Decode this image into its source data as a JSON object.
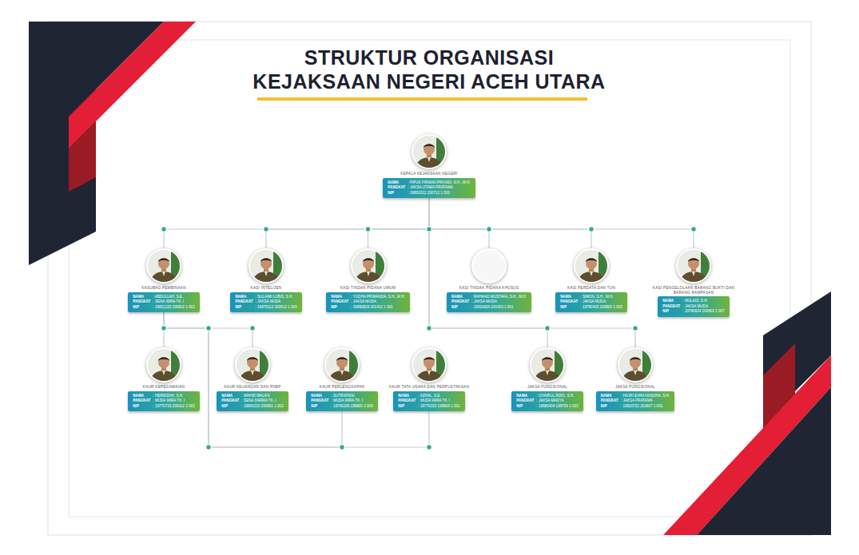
{
  "diagram": {
    "title": "STRUKTUR ORGANISASI KEJAKSAAN NEGERI ACEH UTARA",
    "nodes": [
      {
        "text": [
          "KEPALA KEJAKSAAN NEGERI",
          "NAMA",
          ": PIPUK FIRMAN PRIYADI, S.H., M.H.",
          "PANGKAT",
          ": JAKSA UTAMA PRATAMA",
          "NIP",
          ": 19800312 200712 1 003"
        ]
      },
      {
        "text": [
          "KASUBAG PEMBINAAN",
          "NAMA",
          ": ABDULLAH, S.E.",
          "PANGKAT",
          ": SENA WIRA TK. I",
          "NIP",
          ": 19821220 200812 1 002"
        ]
      },
      {
        "text": [
          "KASI INTELIJEN",
          "NAMA",
          ": SULAIMI LUBIS, S.H.",
          "PANGKAT",
          ": JAKSA MUDA",
          "NIP",
          ": 19870113 200912 1 003"
        ]
      },
      {
        "text": [
          "KASI TINDAK PIDANA UMUM",
          "NAMA",
          ": YUDHA PRIMANDA, S.H., M.H.",
          "PANGKAT",
          ": JAKSA MUDA",
          "NIP",
          ": 19890828 201412 1 001"
        ]
      },
      {
        "text": [
          "KASI TINDAK PIDANA KHUSUS",
          "NAMA",
          ": RAHMAD MUSTAFA, S.H., M.H.",
          "PANGKAT",
          ": JAKSA MUDA",
          "NIP",
          ": 19910624 201403 1 001"
        ]
      },
      {
        "text": [
          "KASI PERDATA DAN TUN",
          "NAMA",
          ": SIMON, S.H., M.H.",
          "PANGKAT",
          ": JAKSA MUDA",
          "NIP",
          ": 19780415 200803 1 005"
        ]
      },
      {
        "text": [
          "KASI PENGELOLAAN BARANG BUKTI DAN BARANG RAMPASAN",
          "NAMA",
          ": MULADI, S.H.",
          "PANGKAT",
          ": JAKSA MUDA",
          "NIP",
          ": 19780624 200803 1 007"
        ]
      },
      {
        "text": [
          "KAUR KEPEGAWAIAN",
          "NAMA",
          ": HERMIZAH, S.H.",
          "PANGKAT",
          ": MUDA WIRA TK. I",
          "NIP",
          ": 19770719 200012 2 002"
        ]
      },
      {
        "text": [
          "KAUR KEUANGAN DAN PNBP",
          "NAMA",
          ": WAHID MALIFA",
          "PANGKAT",
          ": SENA DARMA TK. I",
          "NIP",
          ": 19860210 200801 1 002"
        ]
      },
      {
        "text": [
          "KAUR PERLENGKAPAN",
          "NAMA",
          ": SUTRIATANI",
          "PANGKAT",
          ": MUDA WIRA TK. I",
          "NIP",
          ": 19740206 199802 2 006"
        ]
      },
      {
        "text": [
          "KAUR TATA USAHA DAN PERPUSTAKAAN",
          "NAMA",
          ": AZHAL, S.E.",
          "PANGKAT",
          ": MUDA WIRA TK. I",
          "NIP",
          ": 19770315 199903 1 001"
        ]
      },
      {
        "text": [
          "JAKSA FUNGSIONAL",
          "NAMA",
          ": CHAIRUL RIZKI, S.H.",
          "PANGKAT",
          ": JAKSA MADYA",
          "NIP",
          ": 19680404 199703 1 002"
        ]
      },
      {
        "text": [
          "JAKSA FUNGSIONAL",
          "NAMA",
          ": HAJRI EVRA NASUHA, S.H.",
          "PANGKAT",
          ": JAKSA PRATAMA",
          "NIP",
          ": 19920722 201807 1 001"
        ]
      }
    ],
    "edges": [
      {
        "from": 0,
        "to": 1,
        "arrow": "none"
      },
      {
        "from": 0,
        "to": 2,
        "arrow": "none"
      },
      {
        "from": 0,
        "to": 3,
        "arrow": "none"
      },
      {
        "from": 0,
        "to": 4,
        "arrow": "none"
      },
      {
        "from": 0,
        "to": 5,
        "arrow": "none"
      },
      {
        "from": 0,
        "to": 6,
        "arrow": "none"
      },
      {
        "from": 1,
        "to": 7,
        "arrow": "none"
      },
      {
        "from": 1,
        "to": 8,
        "arrow": "none"
      },
      {
        "from": 1,
        "to": 9,
        "arrow": "none"
      },
      {
        "from": 1,
        "to": 10,
        "arrow": "none"
      },
      {
        "from": 0,
        "to": 11,
        "arrow": "none"
      },
      {
        "from": 0,
        "to": 12,
        "arrow": "none"
      }
    ]
  }
}
